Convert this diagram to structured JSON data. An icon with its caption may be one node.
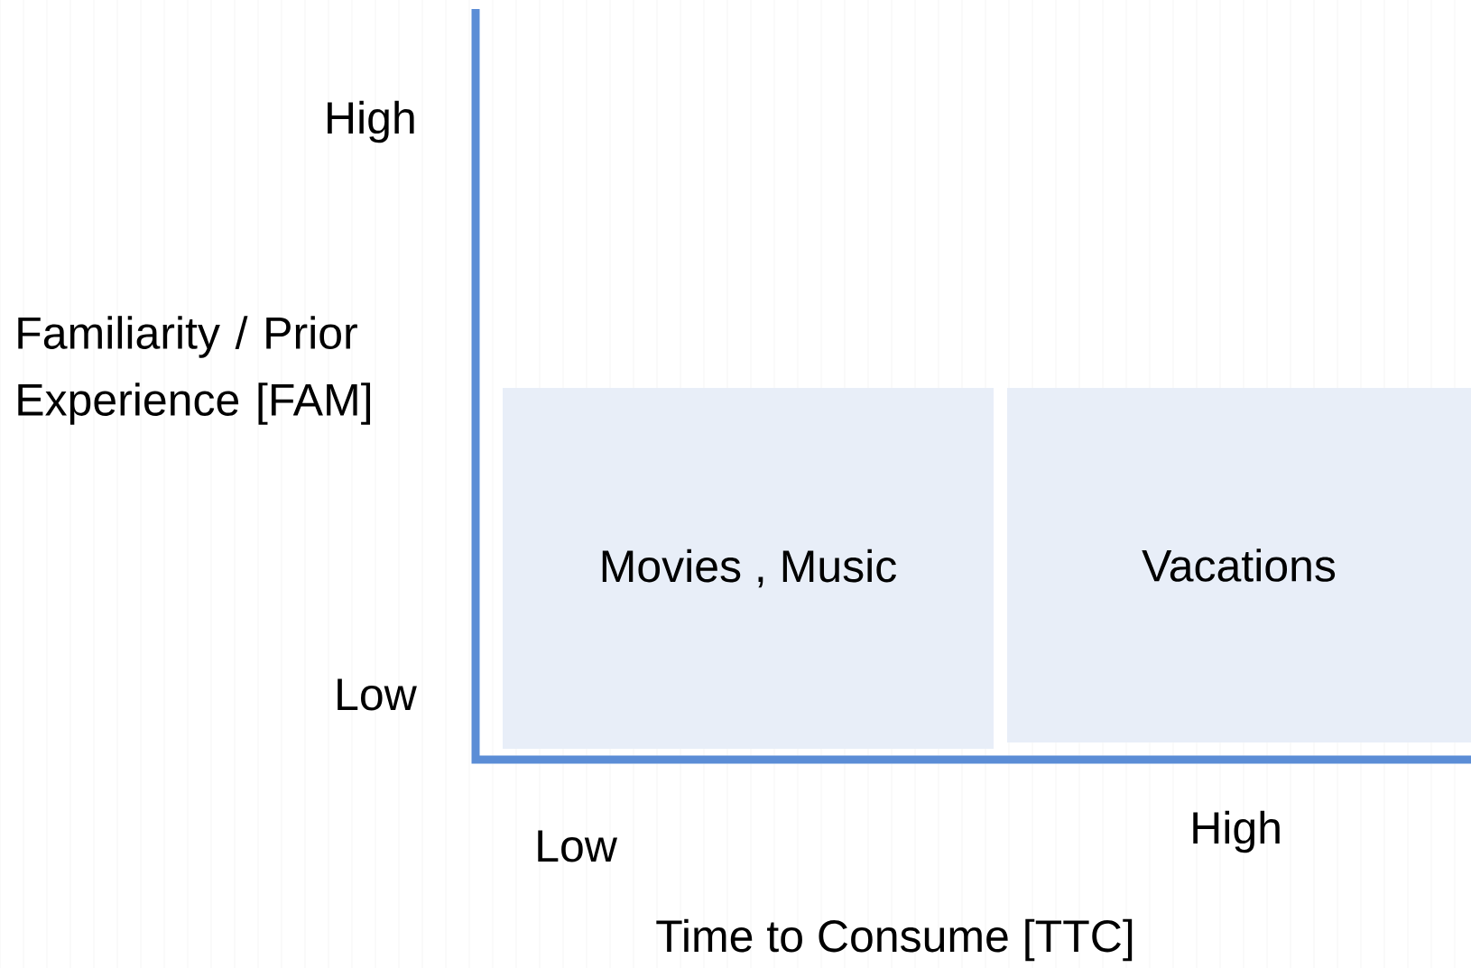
{
  "diagram": {
    "nodes": [
      {
        "text": [
          "Movies , Music"
        ]
      },
      {
        "text": [
          "Vacations"
        ]
      }
    ],
    "labels": [
      "High",
      "Familiarity / Prior Experience [FAM]",
      "Low",
      "Low",
      "High",
      "Time to Consume [TTC]"
    ]
  }
}
